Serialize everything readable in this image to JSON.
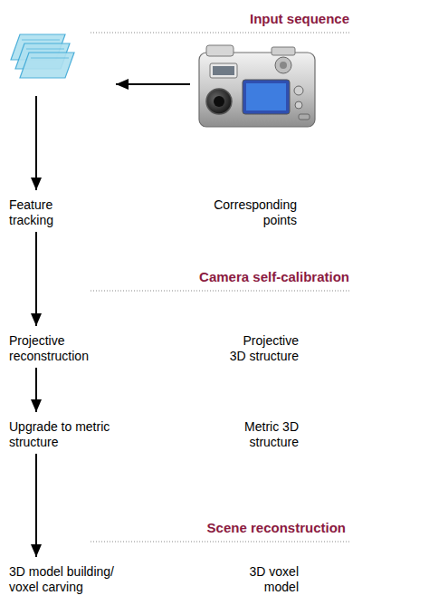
{
  "diagram": {
    "nodes": [
      {
        "text": [
          "Feature tracking"
        ]
      },
      {
        "text": [
          "Projective reconstruction"
        ]
      },
      {
        "text": [
          "Upgrade to metric structure"
        ]
      },
      {
        "text": [
          "3D model building/ voxel carving"
        ]
      }
    ],
    "edges": [
      {
        "from": 0,
        "to": 1,
        "arrow": "to"
      },
      {
        "from": 1,
        "to": 2,
        "arrow": "to"
      },
      {
        "from": 2,
        "to": 3,
        "arrow": "to"
      }
    ],
    "labels": [
      "Input sequence",
      "Corresponding points",
      "Camera self-calibration",
      "Projective 3D structure",
      "Metric 3D structure",
      "Scene reconstruction",
      "3D voxel model"
    ]
  }
}
